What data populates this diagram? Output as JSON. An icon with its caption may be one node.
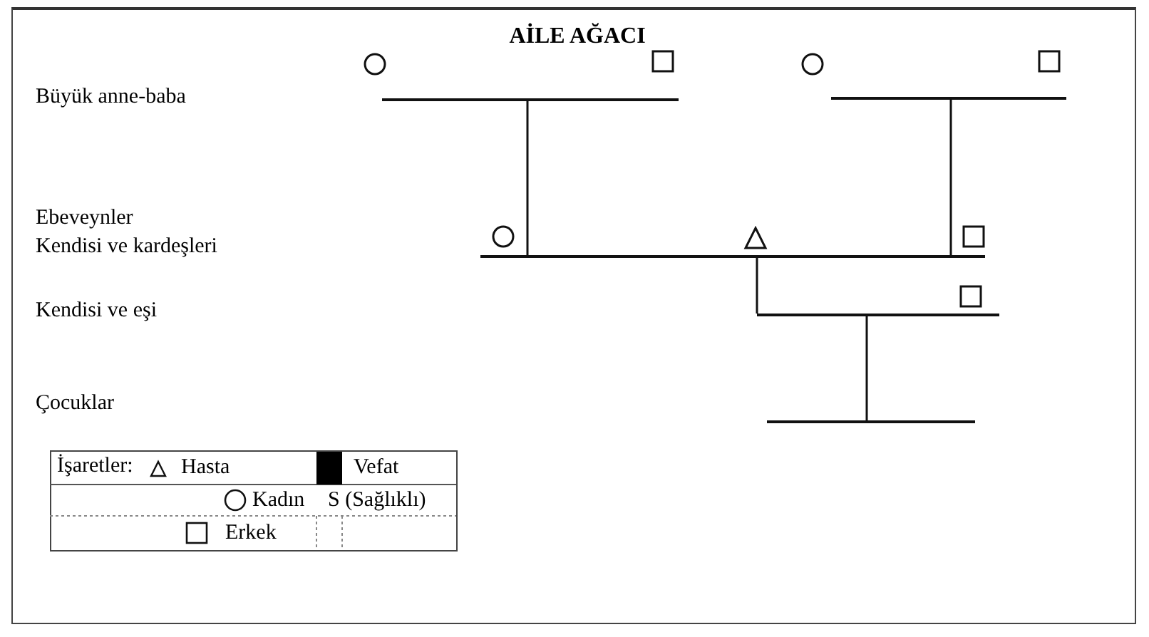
{
  "diagram": {
    "title": "AİLE AĞACI",
    "nodes": [
      {
        "text": [],
        "shape": "circle"
      },
      {
        "text": [],
        "shape": "box"
      },
      {
        "text": [],
        "shape": "circle"
      },
      {
        "text": [],
        "shape": "box"
      },
      {
        "text": [],
        "shape": "bar"
      },
      {
        "text": [],
        "shape": "bar"
      },
      {
        "text": [],
        "shape": "circle"
      },
      {
        "text": [],
        "shape": "triangle"
      },
      {
        "text": [],
        "shape": "box"
      },
      {
        "text": [],
        "shape": "bar"
      },
      {
        "text": [],
        "shape": "box"
      },
      {
        "text": [],
        "shape": "bar"
      },
      {
        "text": [],
        "shape": "bar"
      }
    ],
    "edges": [
      {
        "from": 4,
        "to": 9,
        "arrow": "none"
      },
      {
        "from": 5,
        "to": 9,
        "arrow": "none"
      },
      {
        "from": 9,
        "to": 11,
        "arrow": "none"
      },
      {
        "from": 11,
        "to": 12,
        "arrow": "none"
      }
    ],
    "labels": [
      "Büyük anne-baba",
      "Ebeveynler",
      "Kendisi ve kardeşleri",
      "Kendisi ve eşi",
      "Çocuklar",
      "İşaretler:",
      "S (Sağlıklı)"
    ],
    "legend": [
      {
        "text": "Hasta"
      },
      {
        "text": "Vefat",
        "color": "#000000"
      },
      {
        "text": "Kadın"
      },
      {
        "text": "Erkek"
      }
    ]
  }
}
